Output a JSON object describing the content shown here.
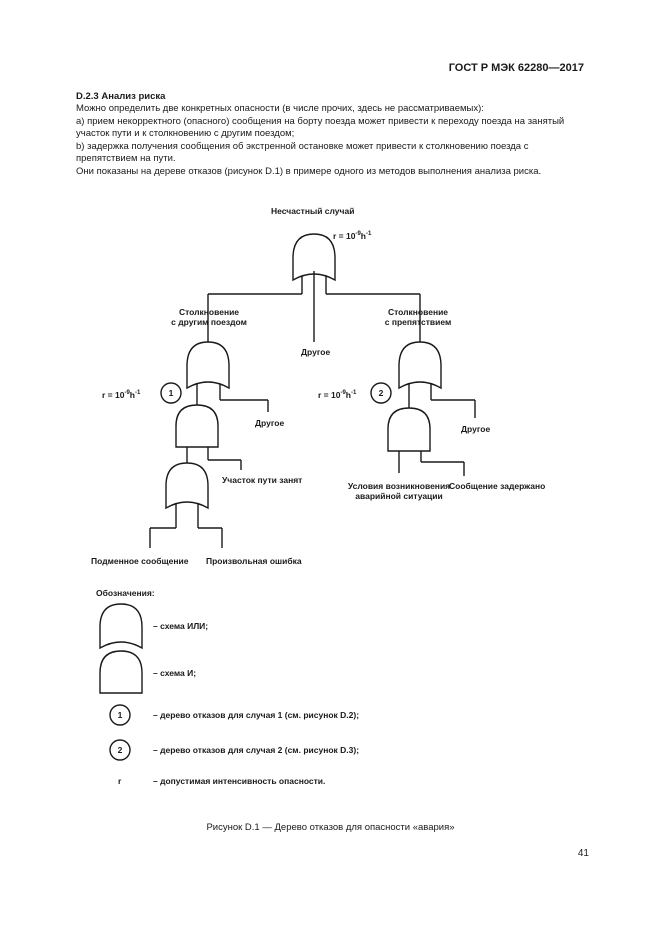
{
  "header": {
    "standard": "ГОСТ Р МЭК 62280—2017"
  },
  "section": {
    "title": "D.2.3 Анализ риска"
  },
  "paragraphs": [
    "Можно определить две конкретных опасности (в числе прочих, здесь не рассматриваемых):",
    "a) прием некорректного (опасного) сообщения на борту поезда может привести к переходу поезда на занятый участок пути и к столкновению с другим поездом;",
    "b) задержка получения сообщения об экстренной остановке может привести к столкновению поезда с препятствием на пути.",
    "Они показаны на дереве отказов (рисунок D.1) в примере одного из методов выполнения анализа риска."
  ],
  "tree": {
    "top_event": "Несчастный случай",
    "top_rate_base": "r = 10",
    "top_rate_exp": "-9",
    "top_rate_unit": "h",
    "top_rate_unit_exp": "-1",
    "left_branch": "Столкновение с другим поездом",
    "left_branch_l1": "Столкновение",
    "left_branch_l2": "с другим поездом",
    "middle_other": "Другое",
    "right_branch_l1": "Столкновение",
    "right_branch_l2": "с препятствием",
    "left_rate_base": "r = 10",
    "left_rate_exp": "-9",
    "left_rate_unit": "h",
    "left_rate_unit_exp": "-1",
    "left_circle": "1",
    "right_rate_base": "r = 10",
    "right_rate_exp": "-9",
    "right_rate_unit": "h",
    "right_rate_unit_exp": "-1",
    "right_circle": "2",
    "left_other": "Другое",
    "right_other": "Другое",
    "track_occupied": "Участок пути занят",
    "emergency_l1": "Условия возникновения",
    "emergency_l2": "аварийной ситуации",
    "message_delayed": "Сообщение задержано",
    "corrupt_message": "Подменное сообщение",
    "random_error": "Произвольная ошибка"
  },
  "legend": {
    "title": "Обозначения:",
    "or_gate": "– схема ИЛИ;",
    "and_gate": "– схема И;",
    "circle1_num": "1",
    "circle1": "– дерево отказов для случая 1 (см. рисунок D.2);",
    "circle2_num": "2",
    "circle2": "– дерево отказов для случая 2 (см. рисунок D.3);",
    "r_symbol": "r",
    "r_text": "– допустимая интенсивность опасности."
  },
  "caption": "Рисунок D.1 — Дерево отказов для опасности «авария»",
  "page_number": "41"
}
